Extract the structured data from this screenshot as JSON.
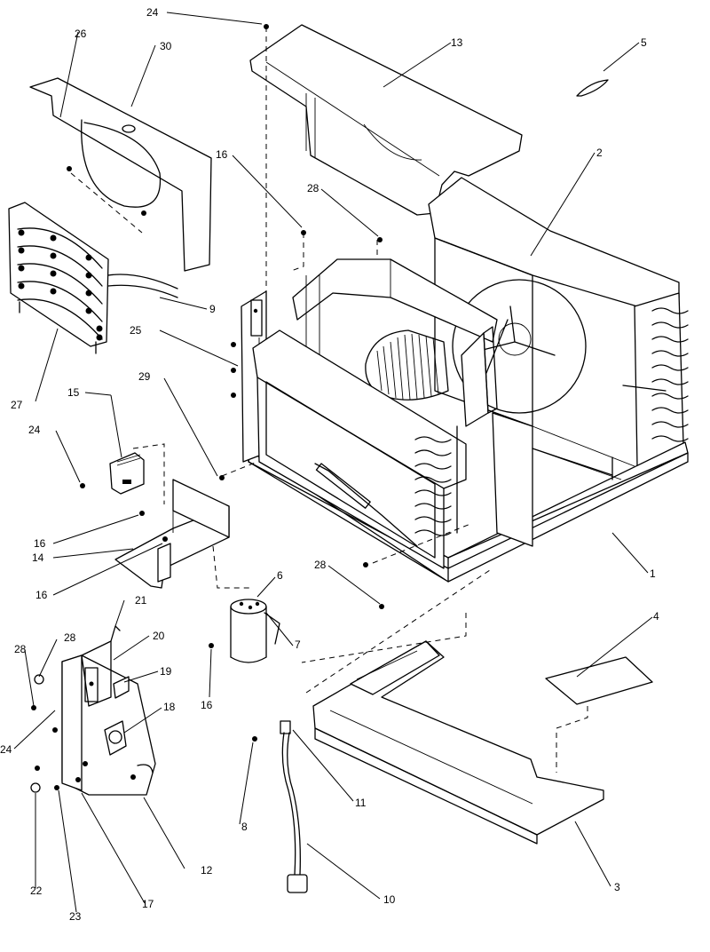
{
  "callouts": [
    {
      "id": "c24a",
      "text": "24"
    },
    {
      "id": "c13",
      "text": "13"
    },
    {
      "id": "c5",
      "text": "5"
    },
    {
      "id": "c26",
      "text": "26"
    },
    {
      "id": "c30",
      "text": "30"
    },
    {
      "id": "c2",
      "text": "2"
    },
    {
      "id": "c16a",
      "text": "16"
    },
    {
      "id": "c28a",
      "text": "28"
    },
    {
      "id": "c9",
      "text": "9"
    },
    {
      "id": "c25",
      "text": "25"
    },
    {
      "id": "c29",
      "text": "29"
    },
    {
      "id": "c27",
      "text": "27"
    },
    {
      "id": "c15",
      "text": "15"
    },
    {
      "id": "c24b",
      "text": "24"
    },
    {
      "id": "c16b",
      "text": "16"
    },
    {
      "id": "c14",
      "text": "14"
    },
    {
      "id": "c16c",
      "text": "16"
    },
    {
      "id": "c1",
      "text": "1"
    },
    {
      "id": "c6",
      "text": "6"
    },
    {
      "id": "c28b",
      "text": "28"
    },
    {
      "id": "c7",
      "text": "7"
    },
    {
      "id": "c21",
      "text": "21"
    },
    {
      "id": "c20",
      "text": "20"
    },
    {
      "id": "c28c",
      "text": "28"
    },
    {
      "id": "c28d",
      "text": "28"
    },
    {
      "id": "c4",
      "text": "4"
    },
    {
      "id": "c19",
      "text": "19"
    },
    {
      "id": "c16d",
      "text": "16"
    },
    {
      "id": "c18",
      "text": "18"
    },
    {
      "id": "c24c",
      "text": "24"
    },
    {
      "id": "c11",
      "text": "11"
    },
    {
      "id": "c8",
      "text": "8"
    },
    {
      "id": "c12",
      "text": "12"
    },
    {
      "id": "c3",
      "text": "3"
    },
    {
      "id": "c22",
      "text": "22"
    },
    {
      "id": "c17",
      "text": "17"
    },
    {
      "id": "c10",
      "text": "10"
    },
    {
      "id": "c23",
      "text": "23"
    }
  ]
}
